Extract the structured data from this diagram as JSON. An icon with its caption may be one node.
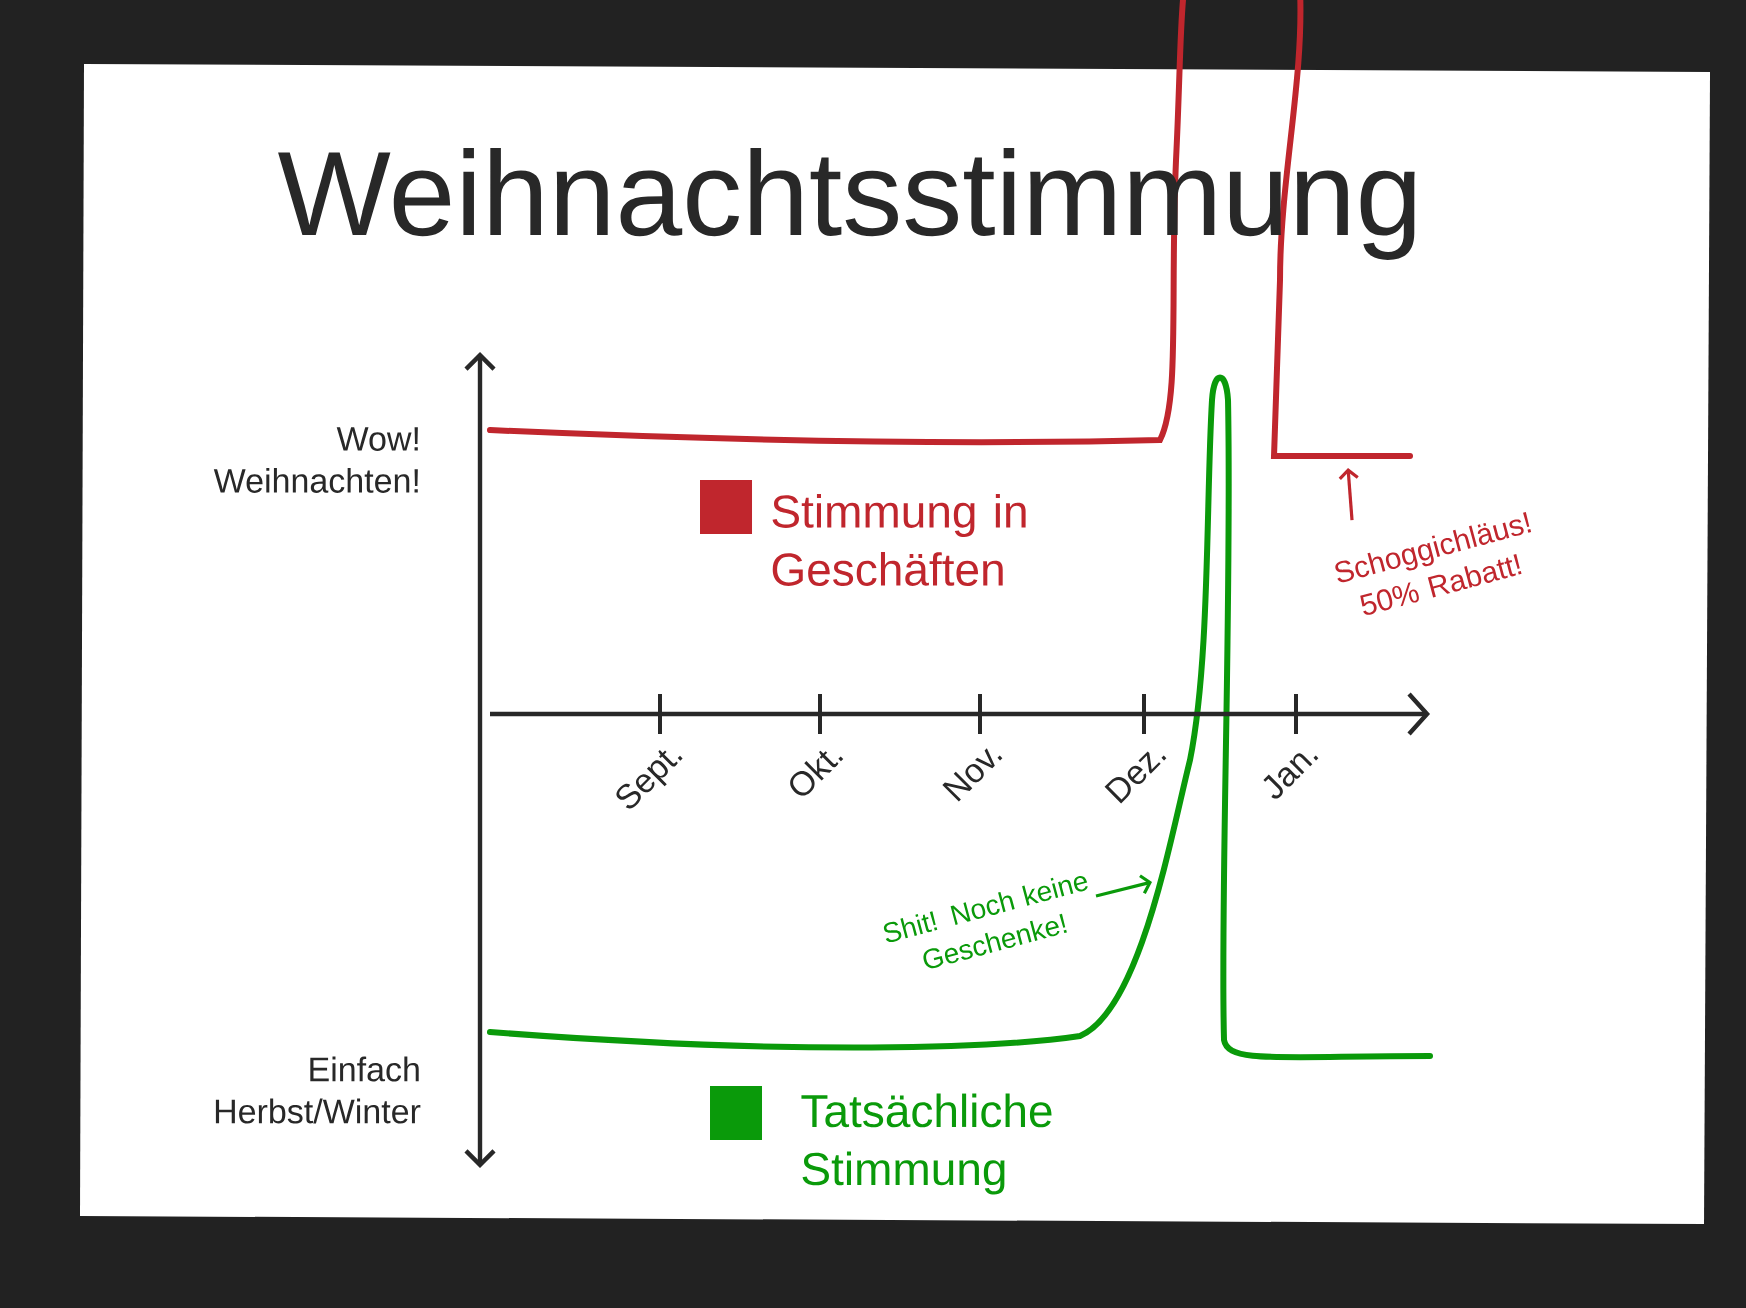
{
  "diagram": {
    "title": "Weihnachtsstimmung",
    "nodes": [
      {
        "text": [
          "Shit! Noch keine Geschenke!"
        ]
      },
      {
        "text": [
          "Schoggichläus! 50% Rabatt!"
        ]
      }
    ],
    "edges": [
      {
        "from": 0,
        "to": null,
        "arrow": "to",
        "color": "#0a9a0a"
      },
      {
        "from": 1,
        "to": null,
        "arrow": "to",
        "color": "#c0262d"
      }
    ],
    "labels": [
      "Wow! Weihnachten!",
      "Einfach Herbst/Winter",
      "Sept.",
      "Okt.",
      "Nov.",
      "Dez.",
      "Jan."
    ],
    "legend": [
      {
        "text": "Stimmung in Geschäften",
        "color": "#c0262d"
      },
      {
        "text": "Tatsächliche Stimmung",
        "color": "#0a9a0a"
      }
    ]
  }
}
